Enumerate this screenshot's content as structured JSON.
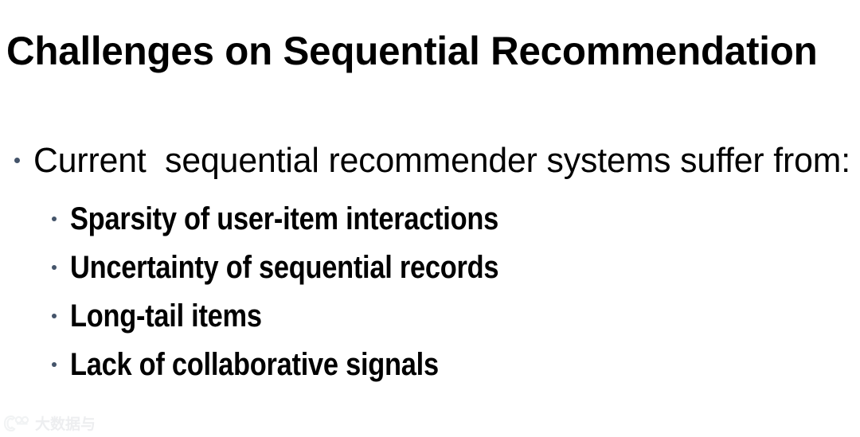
{
  "slide": {
    "title": "Challenges on Sequential Recommendation",
    "background_color": "#ffffff",
    "text_color": "#000000",
    "bullet_color": "#44546a"
  },
  "body": {
    "level1": {
      "text": "Current  sequential recommender systems suffer from:",
      "bullet_glyph": "•"
    },
    "level2": [
      {
        "label": "Sparsity of user-item interactions",
        "bullet_glyph": "•"
      },
      {
        "label": "Uncertainty of sequential records",
        "bullet_glyph": "•"
      },
      {
        "label": "Long-tail items",
        "bullet_glyph": "•"
      },
      {
        "label": "Lack of collaborative signals",
        "bullet_glyph": "•"
      }
    ]
  },
  "watermark": {
    "text": "大数据与",
    "logo_name": "heart-100-logo-icon",
    "color": "#d5d8dc"
  }
}
